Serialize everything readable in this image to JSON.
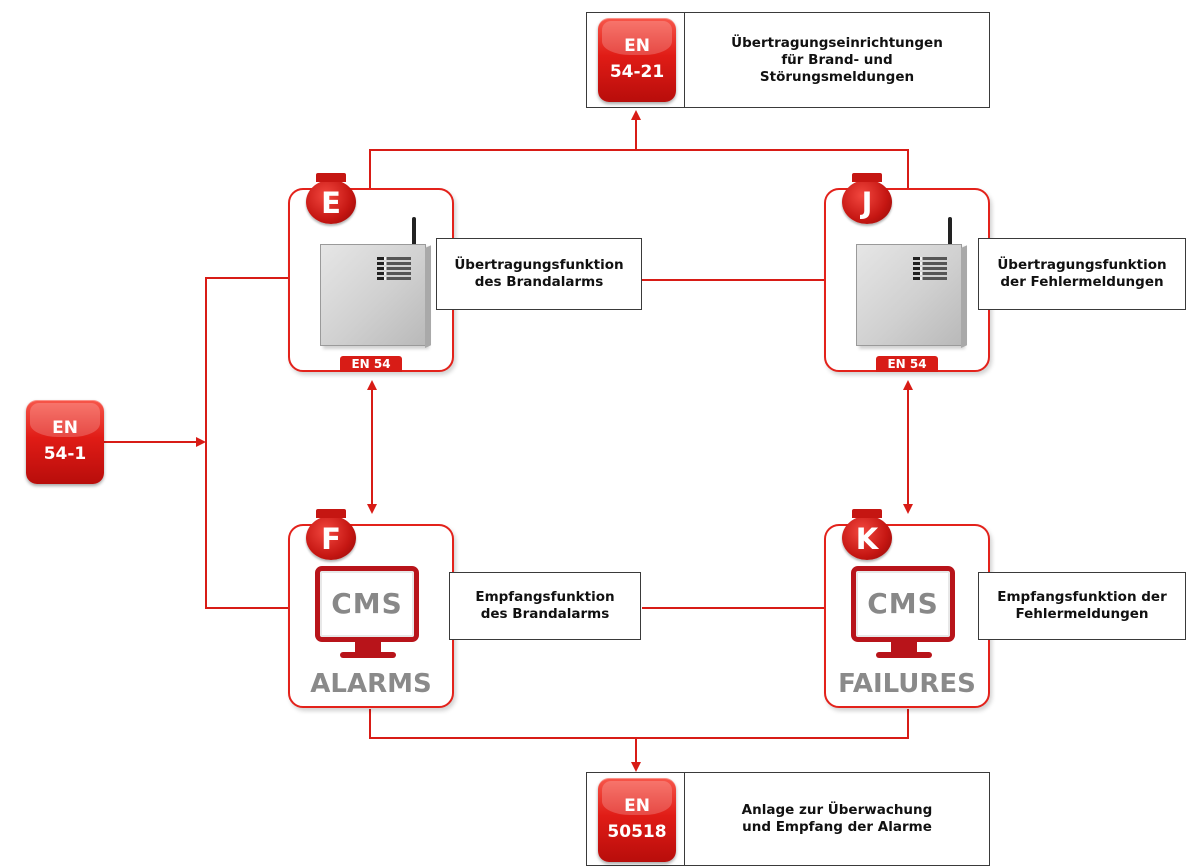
{
  "badges": {
    "en54_1": {
      "line1": "EN",
      "line2": "54-1"
    },
    "en54_21": {
      "line1": "EN",
      "line2": "54-21"
    },
    "en50518": {
      "line1": "EN",
      "line2": "50518"
    }
  },
  "top_box": {
    "text": "Übertragungseinrichtungen\nfür Brand- und\nStörungsmeldungen"
  },
  "bottom_box": {
    "text": "Anlage zur Überwachung\nund Empfang der Alarme"
  },
  "cards": {
    "E": {
      "letter": "E",
      "tag": "EN 54"
    },
    "J": {
      "letter": "J",
      "tag": "EN 54"
    },
    "F": {
      "letter": "F",
      "screen": "CMS",
      "label": "ALARMS"
    },
    "K": {
      "letter": "K",
      "screen": "CMS",
      "label": "FAILURES"
    }
  },
  "labels": {
    "e_function": "Übertragungsfunktion\ndes Brandalarms",
    "j_function": "Übertragungsfunktion\nder Fehlermeldungen",
    "f_function": "Empfangsfunktion\ndes Brandalarms",
    "k_function": "Empfangsfunktion der\nFehlermeldungen"
  },
  "colors": {
    "accent": "#e3221b",
    "line": "#d81c16",
    "text": "#111111",
    "muted": "#888888"
  }
}
